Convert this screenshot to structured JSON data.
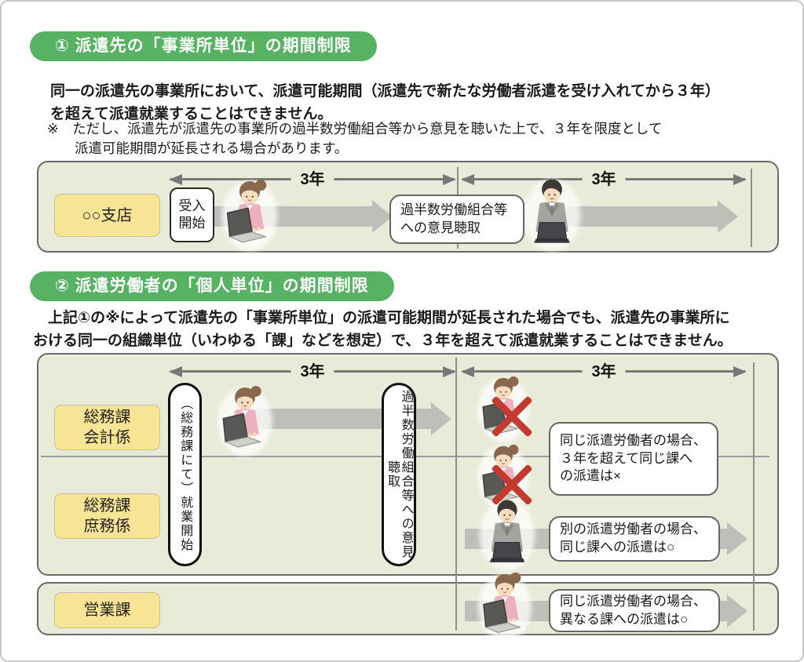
{
  "section1": {
    "header": "① 派遣先の「事業所単位」の期間制限",
    "body": "同一の派遣先の事業所において、派遣可能期間（派遣先で新たな労働者派遣を受け入れてから３年）\nを超えて派遣就業することはできません。",
    "note": "※　ただし、派遣先が派遣先の事業所の過半数労働組合等から意見を聴いた上で、３年を限度として\n　　派遣可能期間が延長される場合があります。",
    "diagram": {
      "left_period_label": "3年",
      "right_period_label": "3年",
      "branch_label": "○○支店",
      "accept_start_label": "受入\n開始",
      "hearing_label": "過半数労働組合等\nへの意見聴取"
    }
  },
  "section2": {
    "header": "② 派遣労働者の「個人単位」の期間制限",
    "body": "　上記①の※によって派遣先の「事業所単位」の派遣可能期間が延長された場合でも、派遣先の事業所に\nおける同一の組織単位（いわゆる「課」などを想定）で、３年を超えて派遣就業することはできません。",
    "diagram": {
      "left_period_label": "3年",
      "right_period_label": "3年",
      "dept_accounting_label": "総務課\n会計係",
      "dept_general_label": "総務課\n庶務係",
      "dept_sales_label": "営業課",
      "work_start_label": "（総務課にて）就業開始",
      "hearing_label": "過半数労働組合等への意見聴取",
      "case_same_worker_same_section": "同じ派遣労働者の場合、\n３年を超えて同じ課へ\nの派遣は×",
      "case_other_worker_same_section": "別の派遣労働者の場合、\n同じ課への派遣は○",
      "case_same_worker_other_section": "同じ派遣労働者の場合、\n異なる課への派遣は○"
    }
  },
  "colors": {
    "header_green": "#57b263",
    "panel_background": "#e9ebd9",
    "department_yellow": "#f7e494",
    "block_arrow_gray": "#bfbfba",
    "line_gray": "#787878",
    "prohibit_red": "#c23b2e"
  }
}
